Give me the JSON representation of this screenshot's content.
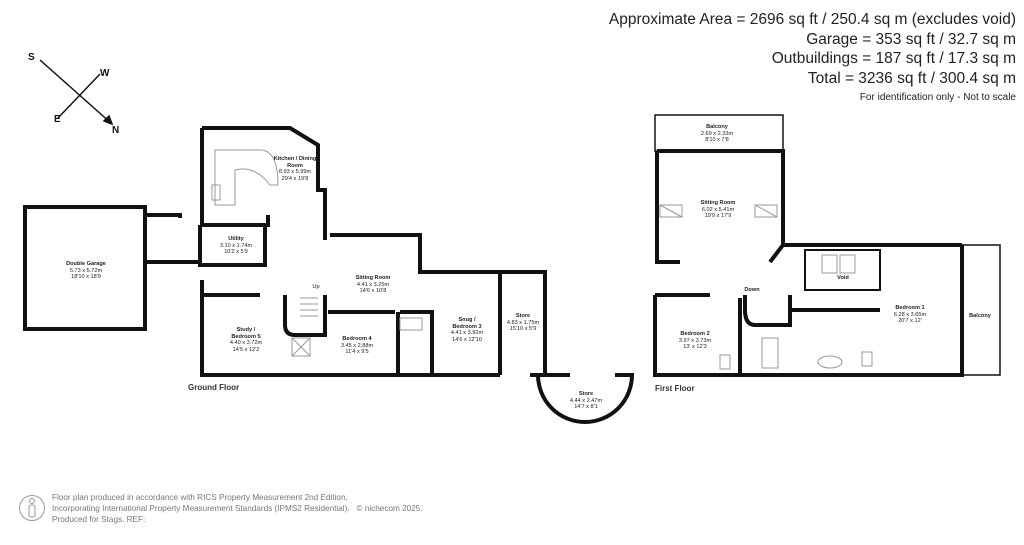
{
  "summary": {
    "approximate_area": "Approximate Area = 2696 sq ft / 250.4 sq m (excludes void)",
    "garage": "Garage = 353 sq ft / 32.7 sq m",
    "outbuildings": "Outbuildings = 187 sq ft / 17.3 sq m",
    "total": "Total = 3236 sq ft / 300.4 sq m",
    "note": "For identification only - Not to scale"
  },
  "compass": {
    "n": "N",
    "s": "S",
    "e": "E",
    "w": "W"
  },
  "ground_floor": {
    "title": "Ground Floor",
    "stairs": "Up",
    "rooms": [
      {
        "name": "Double Garage",
        "metric": "5.73 x 5.72m",
        "imperial": "18'10 x 18'9"
      },
      {
        "name": "Kitchen / Dining Room",
        "metric": "8.93 x 5.99m",
        "imperial": "29'4 x 19'8"
      },
      {
        "name": "Utility",
        "metric": "3.10 x 1.74m",
        "imperial": "10'2 x 5'9"
      },
      {
        "name": "Study / Bedroom 5",
        "metric": "4.40 x 3.72m",
        "imperial": "14'5 x 12'2"
      },
      {
        "name": "Sitting Room",
        "metric": "4.41 x 3.25m",
        "imperial": "14'6 x 10'8"
      },
      {
        "name": "Bedroom 4",
        "metric": "3.45 x 2.88m",
        "imperial": "11'4 x 9'5"
      },
      {
        "name": "Snug / Bedroom 3",
        "metric": "4.41 x 3.92m",
        "imperial": "14'6 x 12'10"
      },
      {
        "name": "Store",
        "metric": "4.83 x 1.75m",
        "imperial": "15'10 x 5'9"
      },
      {
        "name": "Store",
        "metric": "4.44 x 2.47m",
        "imperial": "14'7 x 8'1"
      }
    ]
  },
  "first_floor": {
    "title": "First Floor",
    "stairs": "Down",
    "void": "Void",
    "rooms": [
      {
        "name": "Balcony",
        "metric": "2.69 x 2.33m",
        "imperial": "8'10 x 7'8"
      },
      {
        "name": "Sitting Room",
        "metric": "6.02 x 5.41m",
        "imperial": "19'9 x 17'9"
      },
      {
        "name": "Bedroom 2",
        "metric": "3.97 x 3.73m",
        "imperial": "13' x 12'3"
      },
      {
        "name": "Bedroom 1",
        "metric": "6.28 x 3.65m",
        "imperial": "20'7 x 12'"
      },
      {
        "name": "Balcony",
        "metric": "",
        "imperial": ""
      }
    ]
  },
  "footer": {
    "line1": "Floor plan produced in accordance with RICS Property Measurement 2nd Edition,",
    "line2": "Incorporating International Property Measurement Standards (IPMS2 Residential).",
    "copyright": "© nichecom 2025.",
    "line3": "Produced for Stags.   REF:"
  }
}
